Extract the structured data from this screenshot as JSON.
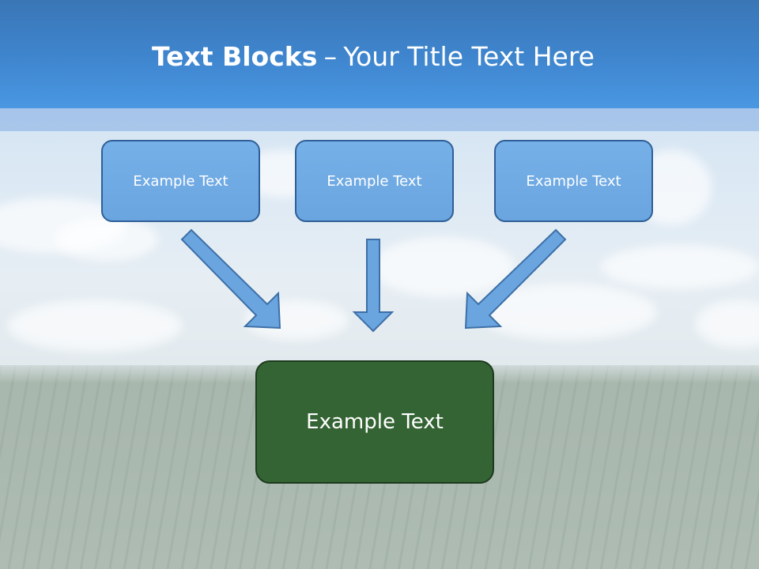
{
  "title": {
    "bold": "Text Blocks",
    "separator": "–",
    "rest": "Your Title Text Here"
  },
  "blocks": [
    {
      "label": "Example Text"
    },
    {
      "label": "Example Text"
    },
    {
      "label": "Example Text"
    }
  ],
  "target": {
    "label": "Example Text"
  },
  "colors": {
    "title_bar": "#3f86cf",
    "block_fill": "#6aa5e0",
    "block_border": "#2f5f97",
    "target_fill": "#356434",
    "target_border": "#1c3a1d",
    "arrow_fill": "#6aa5e0"
  }
}
